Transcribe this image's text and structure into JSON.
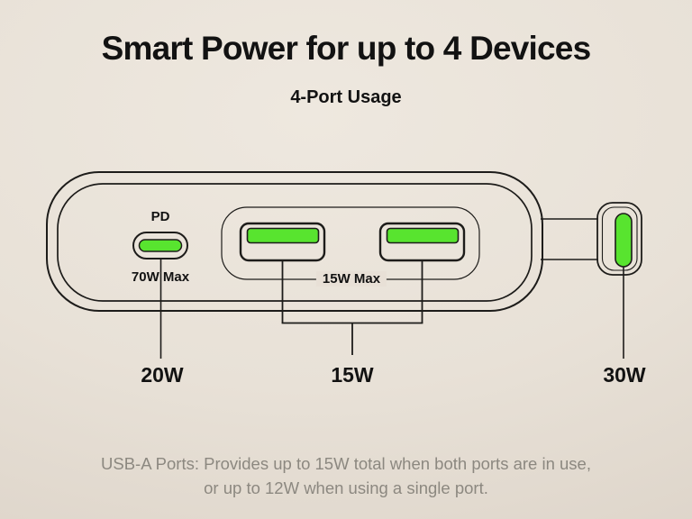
{
  "title": "Smart Power for up to 4 Devices",
  "subtitle": "4-Port Usage",
  "diagram": {
    "usb_c_port": {
      "label": "PD",
      "max_label": "70W Max",
      "output_label": "20W"
    },
    "usb_a_ports": {
      "max_label": "15W Max",
      "output_label": "15W"
    },
    "side_usb_c_port": {
      "output_label": "30W"
    }
  },
  "footer": {
    "line1": "USB-A Ports: Provides up to 15W total when both ports are in use,",
    "line2": "or up to 12W when using a single port."
  },
  "colors": {
    "port_green": "#58E42F",
    "outline": "#1D1C1A",
    "label_text": "#121212",
    "footer_text": "#8C8880",
    "background_center": "#EEE8DF",
    "background_mid": "#E8E1D7",
    "background_edge": "#DDD4C9",
    "background_corner": "#D4CCC1",
    "label_patch": "#E8E0D6"
  }
}
